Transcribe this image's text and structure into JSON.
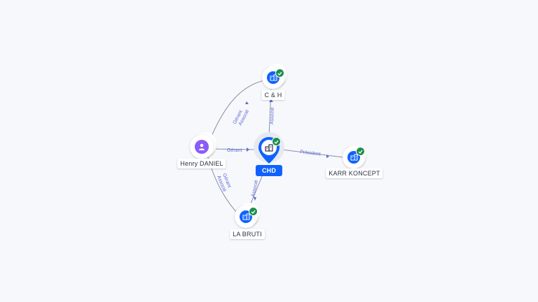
{
  "nodes": {
    "ch": {
      "label": "C & H",
      "kind": "company",
      "verified": true,
      "icon": "building-icon"
    },
    "chd": {
      "label": "CHD",
      "kind": "company",
      "verified": true,
      "focus": true,
      "icon": "building-icon"
    },
    "henry": {
      "label": "Henry DANIEL",
      "kind": "person",
      "icon": "person-icon"
    },
    "karr": {
      "label": "KARR KONCEPT",
      "kind": "company",
      "verified": true,
      "icon": "building-icon"
    },
    "labruti": {
      "label": "LA BRUTI",
      "kind": "company",
      "verified": true,
      "icon": "building-icon"
    }
  },
  "edges": {
    "henry_ch": [
      "Gérant",
      "Associé"
    ],
    "henry_chd": "Gérant",
    "henry_labruti": [
      "Gérant",
      "Associé"
    ],
    "chd_ch": "Associé",
    "chd_labruti": "Associé",
    "chd_karr": "Président"
  },
  "colors": {
    "company": "#0f62fe",
    "person": "#8b5cf6",
    "verified": "#1e8e4f",
    "edge": "#8a8fa3",
    "edge_label": "#5b6ad6",
    "focus_label_bg": "#0f62fe"
  }
}
